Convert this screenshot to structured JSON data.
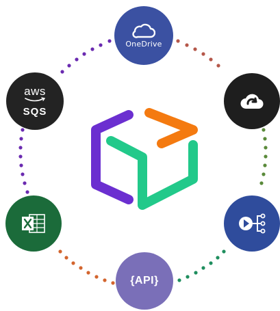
{
  "integrations": {
    "onedrive": {
      "label": "OneDrive",
      "icon": "cloud-icon",
      "color": "#3b51a2"
    },
    "google_cloud": {
      "icon": "cloud-upload-icon",
      "color": "#1e1e1e"
    },
    "media_pipeline": {
      "icon": "play-flow-icon",
      "color": "#2f4c9c"
    },
    "api": {
      "label": "{API}",
      "color": "#7a6fb8"
    },
    "excel": {
      "icon": "excel-icon",
      "color": "#1b6b3a"
    },
    "aws_sqs": {
      "label_top": "aws",
      "label_bottom": "SQS",
      "color": "#232323"
    }
  },
  "center_logo": {
    "icon": "cube-icon",
    "colors": [
      "#6b2fd0",
      "#f47a10",
      "#22c98a"
    ]
  },
  "ring_colors": [
    "#6a2ab0",
    "#c2573f",
    "#1f8e5e",
    "#f08a2a",
    "#1fb57a"
  ]
}
